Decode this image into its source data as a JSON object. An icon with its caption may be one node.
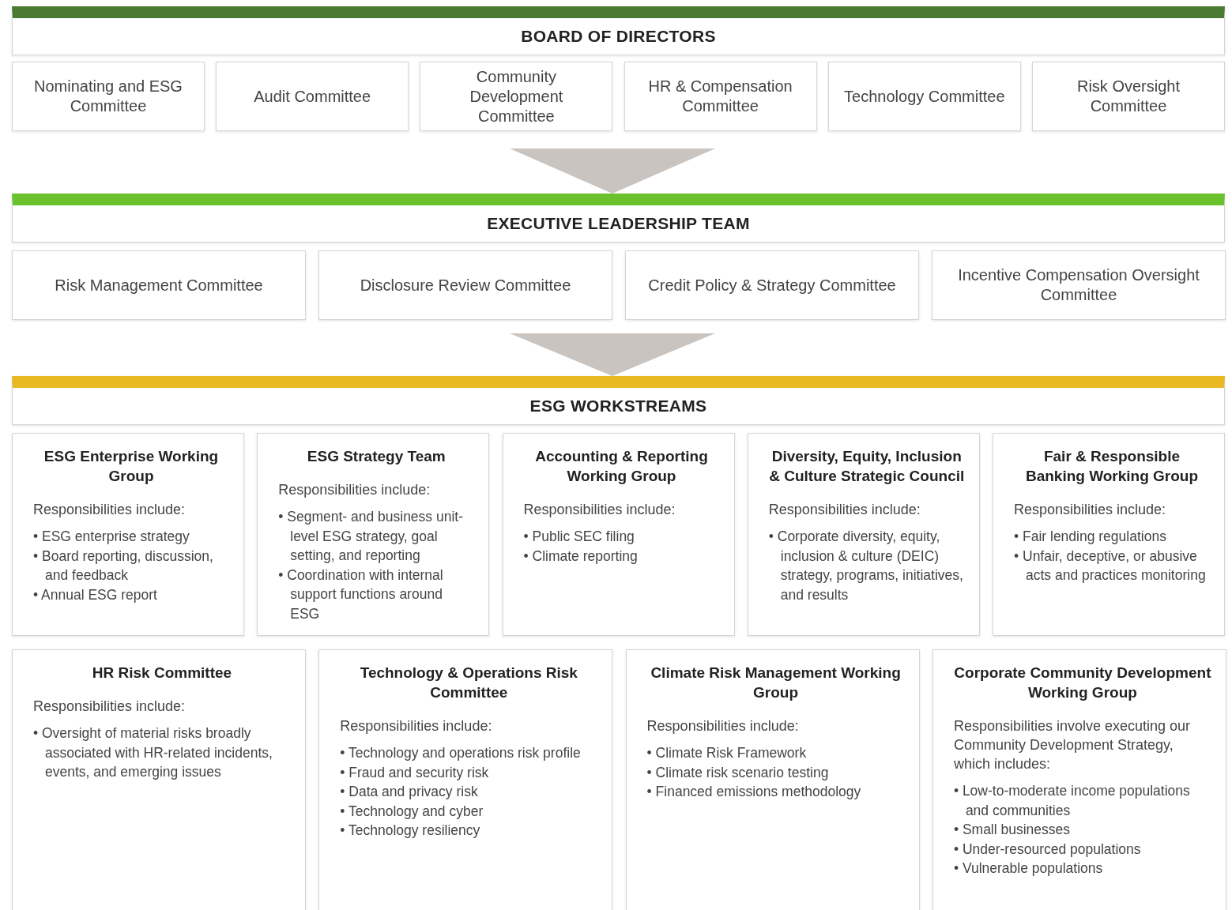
{
  "diagram": {
    "nodes": [
      {
        "text": [
          "BOARD OF DIRECTORS"
        ]
      },
      {
        "text": [
          "Nominating and ESG Committee"
        ]
      },
      {
        "text": [
          "Audit Committee"
        ]
      },
      {
        "text": [
          "Community Development Committee"
        ]
      },
      {
        "text": [
          "HR & Compensation Committee"
        ]
      },
      {
        "text": [
          "Technology Committee"
        ]
      },
      {
        "text": [
          "Risk Oversight Committee"
        ]
      },
      {
        "text": [
          "EXECUTIVE LEADERSHIP TEAM"
        ]
      },
      {
        "text": [
          "Risk Management Committee"
        ]
      },
      {
        "text": [
          "Disclosure Review Committee"
        ]
      },
      {
        "text": [
          "Credit Policy & Strategy Committee"
        ]
      },
      {
        "text": [
          "Incentive Compensation Oversight Committee"
        ]
      },
      {
        "text": [
          "ESG WORKSTREAMS"
        ]
      },
      {
        "text": [
          "ESG Enterprise Working Group",
          "Responsibilities include:",
          "• ESG enterprise strategy",
          "• Board reporting, discussion, and feedback",
          "• Annual ESG report"
        ]
      },
      {
        "text": [
          "ESG Strategy Team",
          "Responsibilities include:",
          "• Segment- and business unit-level ESG strategy, goal setting, and reporting",
          "• Coordination with internal support functions around ESG"
        ]
      },
      {
        "text": [
          "Accounting & Reporting Working Group",
          "Responsibilities include:",
          "• Public SEC filing",
          "• Climate reporting"
        ]
      },
      {
        "text": [
          "Diversity, Equity, Inclusion & Culture Strategic Council",
          "Responsibilities include:",
          "• Corporate diversity, equity, inclusion & culture (DEIC) strategy, programs, initiatives, and results"
        ]
      },
      {
        "text": [
          "Fair & Responsible Banking Working Group",
          "Responsibilities include:",
          "• Fair lending regulations",
          "• Unfair, deceptive, or abusive acts and practices monitoring"
        ]
      },
      {
        "text": [
          "HR Risk Committee",
          "Responsibilities include:",
          "• Oversight of material risks broadly associated with HR-related incidents, events, and emerging issues"
        ]
      },
      {
        "text": [
          "Technology & Operations Risk Committee",
          "Responsibilities include:",
          "• Technology and operations risk profile",
          "• Fraud and security risk",
          "• Data and privacy risk",
          "• Technology and cyber",
          "• Technology resiliency"
        ]
      },
      {
        "text": [
          "Climate Risk Management Working Group",
          "Responsibilities include:",
          "• Climate Risk Framework",
          "• Climate risk scenario testing",
          "• Financed emissions methodology"
        ]
      },
      {
        "text": [
          "Corporate Community Development Working Group",
          "Responsibilities involve executing our Community Development Strategy, which includes:",
          "• Low-to-moderate income populations and communities",
          "• Small businesses",
          "• Under-resourced populations",
          "• Vulnerable populations"
        ]
      }
    ],
    "edges": [
      {
        "from": null,
        "to": 7,
        "arrow": "to"
      },
      {
        "from": null,
        "to": 12,
        "arrow": "to"
      }
    ]
  }
}
